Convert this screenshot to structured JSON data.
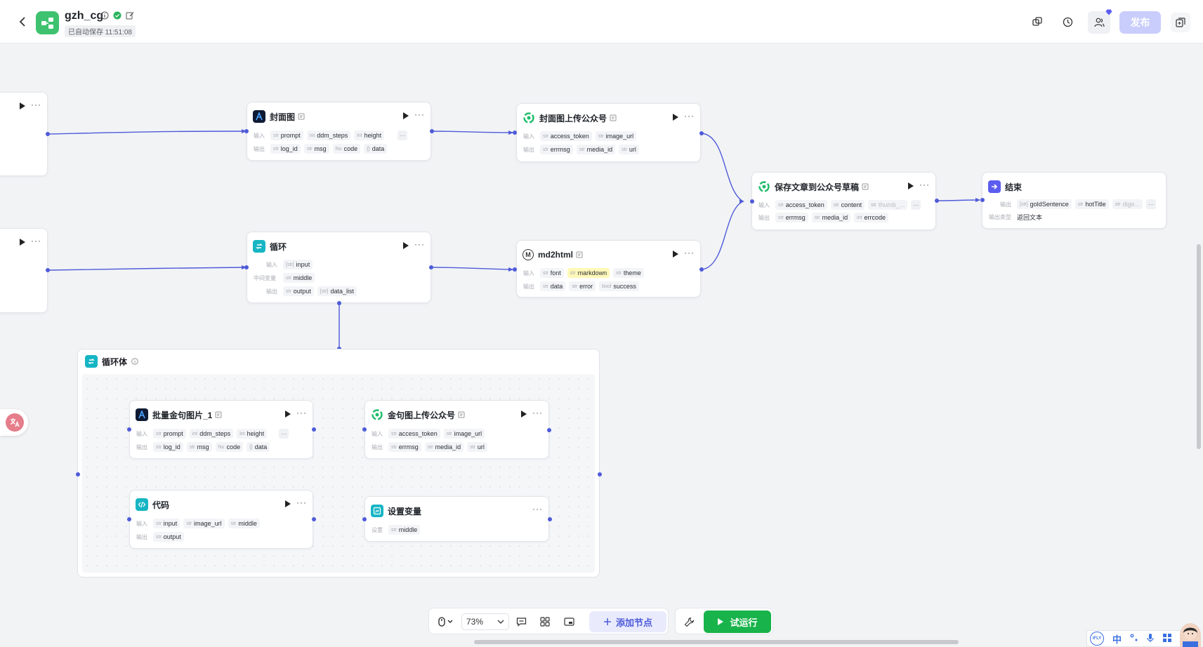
{
  "header": {
    "app_name": "gzh_cg",
    "saved_status": "已自动保存 11:51:08",
    "publish_label": "发布"
  },
  "nodes": {
    "cover": {
      "title": "封面图",
      "inputs": [
        {
          "type": "str",
          "name": "prompt"
        },
        {
          "type": "int",
          "name": "ddm_steps"
        },
        {
          "type": "int",
          "name": "height"
        }
      ],
      "outputs": [
        {
          "type": "str",
          "name": "log_id"
        },
        {
          "type": "str",
          "name": "msg"
        },
        {
          "type": "Nu",
          "name": "code"
        },
        {
          "type": "{}",
          "name": "data"
        }
      ]
    },
    "cover_upload": {
      "title": "封面图上传公众号",
      "inputs": [
        {
          "type": "str",
          "name": "access_token"
        },
        {
          "type": "str",
          "name": "image_url"
        }
      ],
      "outputs": [
        {
          "type": "str",
          "name": "errmsg"
        },
        {
          "type": "str",
          "name": "media_id"
        },
        {
          "type": "str",
          "name": "url"
        }
      ]
    },
    "save_draft": {
      "title": "保存文章到公众号草稿",
      "inputs": [
        {
          "type": "str",
          "name": "access_token"
        },
        {
          "type": "str",
          "name": "content"
        },
        {
          "type": "str",
          "name": "thumb_..."
        }
      ],
      "outputs": [
        {
          "type": "str",
          "name": "errmsg"
        },
        {
          "type": "str",
          "name": "media_id"
        },
        {
          "type": "int",
          "name": "errcode"
        }
      ]
    },
    "end": {
      "title": "结束",
      "outputs": [
        {
          "type": "[str]",
          "name": "goldSentence"
        },
        {
          "type": "str",
          "name": "hotTitle"
        },
        {
          "type": "str",
          "name": "dige..."
        }
      ],
      "output_type_label": "输出类型",
      "output_type_value": "返回文本"
    },
    "loop": {
      "title": "循环",
      "input": {
        "type": "[str]",
        "name": "input"
      },
      "middle": {
        "type": "str",
        "name": "middle"
      },
      "outputs": [
        {
          "type": "str",
          "name": "output"
        },
        {
          "type": "[str]",
          "name": "data_list"
        }
      ]
    },
    "md2html": {
      "title": "md2html",
      "inputs": [
        {
          "type": "str",
          "name": "font"
        },
        {
          "type": "str",
          "name": "markdown"
        },
        {
          "type": "str",
          "name": "theme"
        }
      ],
      "outputs": [
        {
          "type": "str",
          "name": "data"
        },
        {
          "type": "str",
          "name": "error"
        },
        {
          "type": "bool",
          "name": "success"
        }
      ]
    },
    "loop_body_title": "循环体",
    "batch_gold": {
      "title": "批量金句图片_1",
      "inputs": [
        {
          "type": "str",
          "name": "prompt"
        },
        {
          "type": "int",
          "name": "ddm_steps"
        },
        {
          "type": "int",
          "name": "height"
        }
      ],
      "outputs": [
        {
          "type": "str",
          "name": "log_id"
        },
        {
          "type": "str",
          "name": "msg"
        },
        {
          "type": "Nu",
          "name": "code"
        },
        {
          "type": "{}",
          "name": "data"
        }
      ]
    },
    "gold_upload": {
      "title": "金句图上传公众号",
      "inputs": [
        {
          "type": "str",
          "name": "access_token"
        },
        {
          "type": "str",
          "name": "image_url"
        }
      ],
      "outputs": [
        {
          "type": "str",
          "name": "errmsg"
        },
        {
          "type": "str",
          "name": "media_id"
        },
        {
          "type": "str",
          "name": "url"
        }
      ]
    },
    "code": {
      "title": "代码",
      "inputs": [
        {
          "type": "str",
          "name": "input"
        },
        {
          "type": "str",
          "name": "image_url"
        },
        {
          "type": "str",
          "name": "middle"
        }
      ],
      "outputs": [
        {
          "type": "str",
          "name": "output"
        }
      ]
    },
    "set_var": {
      "title": "设置变量",
      "settings": [
        {
          "type": "str",
          "name": "middle"
        }
      ]
    }
  },
  "labels": {
    "input": "输入",
    "output": "输出",
    "middle_var": "中间变量",
    "setting": "设置"
  },
  "toolbar": {
    "zoom": "73%",
    "add_node": "添加节点",
    "test_run": "试运行"
  },
  "ime": {
    "lang": "中",
    "badge": "iFLY"
  },
  "colors": {
    "edge": "#4e5bd9",
    "accent": "#4e5bd9",
    "run_green": "#18b34a",
    "app_logo": "#3ec26f",
    "publish_disabled": "#c9cdfb"
  }
}
